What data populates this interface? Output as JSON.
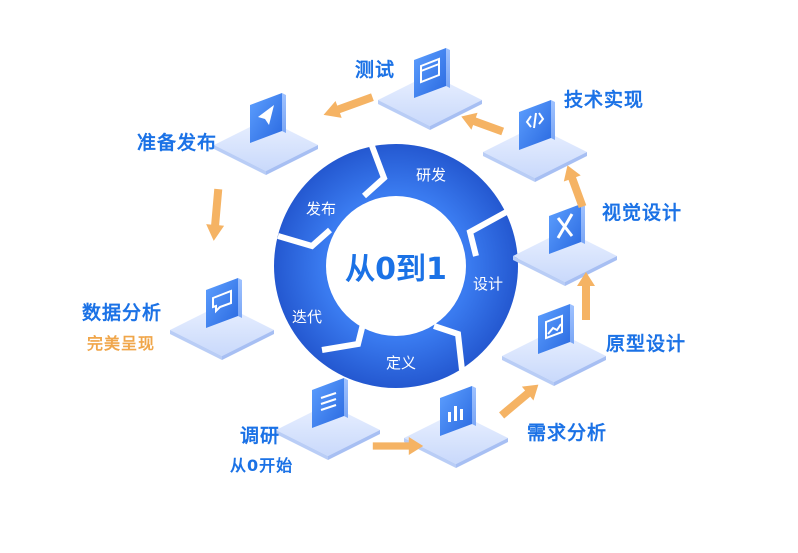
{
  "colors": {
    "ring_blue": "#2f6fe6",
    "label_blue": "#1b72e6",
    "arrow_orange": "#f5b364",
    "accent_orange": "#f0a64a"
  },
  "center": {
    "title": "从0到1",
    "segments": [
      "研发",
      "设计",
      "定义",
      "迭代",
      "发布"
    ]
  },
  "steps": [
    {
      "name": "调研",
      "sub": "从0开始",
      "icon": "list-icon"
    },
    {
      "name": "需求分析",
      "icon": "bar-chart-icon"
    },
    {
      "name": "原型设计",
      "icon": "image-icon"
    },
    {
      "name": "视觉设计",
      "icon": "design-tools-icon"
    },
    {
      "name": "技术实现",
      "icon": "code-icon"
    },
    {
      "name": "测试",
      "icon": "browser-window-icon"
    },
    {
      "name": "准备发布",
      "icon": "send-icon"
    },
    {
      "name": "数据分析",
      "sub": "完美呈现",
      "icon": "chat-bubble-icon"
    }
  ]
}
